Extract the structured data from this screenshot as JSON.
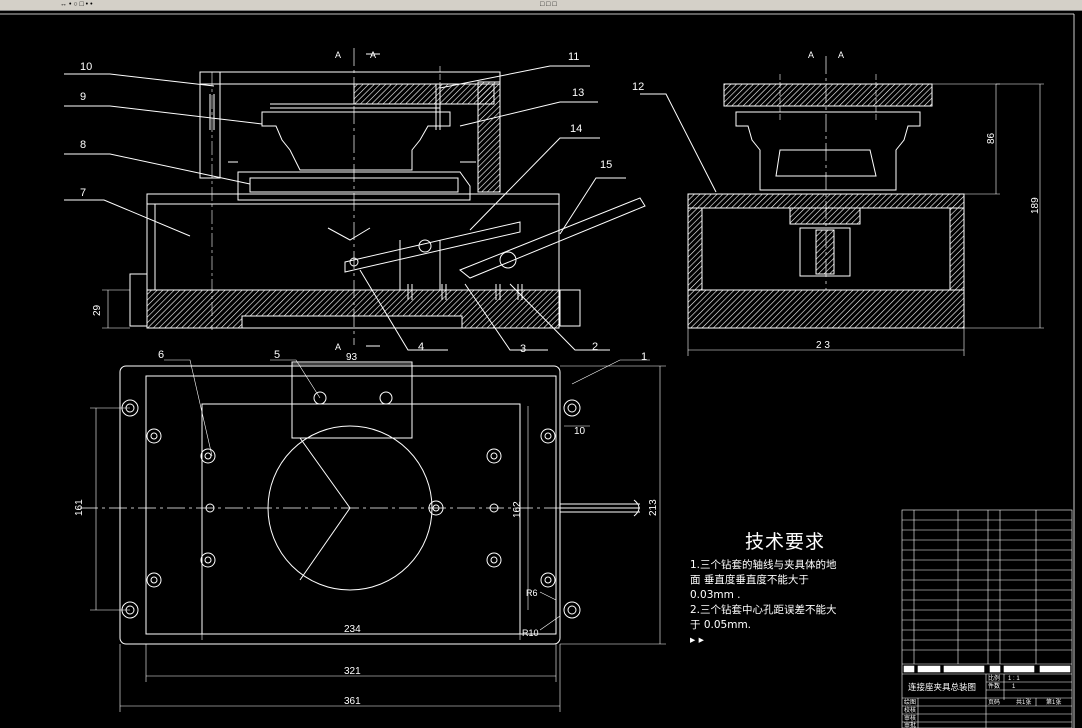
{
  "toolbar": {
    "frag1": "↔ • ○ □ • •",
    "frag2": "□ □ □"
  },
  "callouts": [
    "1",
    "2",
    "3",
    "4",
    "5",
    "6",
    "7",
    "8",
    "9",
    "10",
    "11",
    "12",
    "13",
    "14",
    "15"
  ],
  "section_labels": {
    "a1": "A",
    "a2": "A",
    "a3": "A",
    "a4": "A",
    "a5": "A"
  },
  "dimensions": {
    "d29": "29",
    "d93": "93",
    "d10": "10",
    "d161": "161",
    "d162": "162",
    "d213": "213",
    "d234": "234",
    "d321": "321",
    "d361": "361",
    "d86": "86",
    "d189": "189",
    "d213b": "2 3",
    "r6": "R6",
    "r10": "R10"
  },
  "tech_notes": {
    "title": "技术要求",
    "line1": "1.三个钻套的轴线与夹具体的地",
    "line2": "面 垂直度垂直度不能大于",
    "line3": "0.03mm  .",
    "line4": "2.三个钻套中心孔距误差不能大",
    "line5": "于  0.05mm.",
    "line6": "▸ ▸"
  },
  "title_block": {
    "drawing_name": "连接座夹具总装图",
    "scale_label": "比例",
    "scale_value": "1 : 1",
    "qty_label": "件数",
    "qty_value": "1",
    "sheet_total": "共1张",
    "sheet_no": "第1张",
    "sheet_label": "页码",
    "role_draw": "绘图",
    "role_check": "校核",
    "role_review": "审核",
    "role_approve": "审批"
  }
}
